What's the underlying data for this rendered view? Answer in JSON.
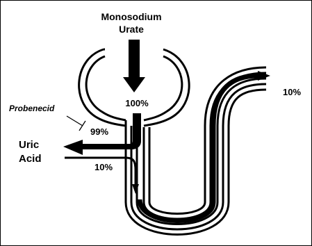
{
  "labels": {
    "monosodium_line1": "Monosodium",
    "monosodium_line2": "Urate",
    "filtered_pct": "100%",
    "reabsorbed_pct": "99%",
    "secreted_pct": "10%",
    "excreted_pct": "10%",
    "uric_line1": "Uric",
    "uric_line2": "Acid",
    "drug": "Probenecid"
  },
  "colors": {
    "ink": "#000000",
    "background": "#ffffff"
  }
}
